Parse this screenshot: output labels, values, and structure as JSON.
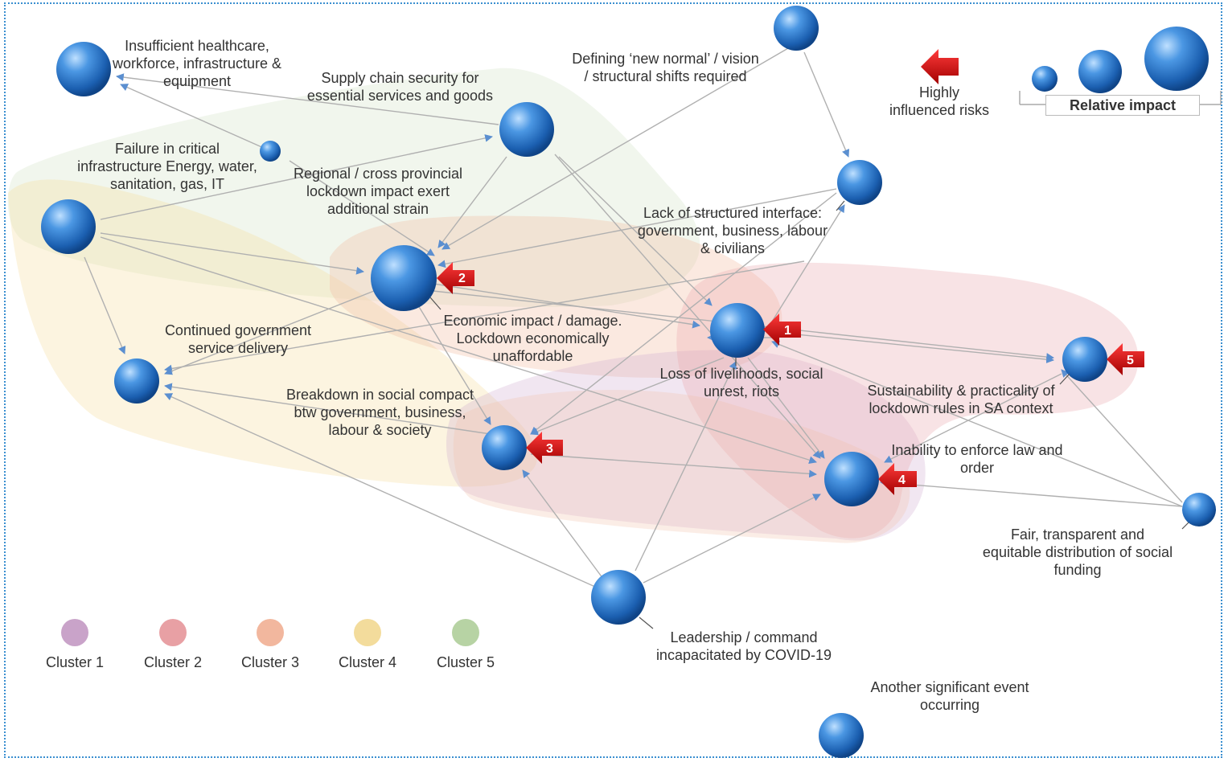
{
  "risks": [
    {
      "id": "insufficient-healthcare",
      "label": "Insufficient healthcare,\nworkforce, infrastructure &\nequipment"
    },
    {
      "id": "supply-chain",
      "label": "Supply chain security for\nessential services and goods"
    },
    {
      "id": "new-normal",
      "label": "Defining ‘new normal’ / vision\n/ structural shifts required"
    },
    {
      "id": "infrastructure-failure",
      "label": "Failure in critical\ninfrastructure Energy, water,\nsanitation, gas, IT"
    },
    {
      "id": "regional-lockdown",
      "label": "Regional / cross provincial\nlockdown impact exert\nadditional strain"
    },
    {
      "id": "structured-interface",
      "label": "Lack of structured interface:\ngovernment, business, labour\n& civilians"
    },
    {
      "id": "economic-impact",
      "label": "Economic impact / damage.\nLockdown economically\nunaffordable"
    },
    {
      "id": "government-service",
      "label": "Continued government\nservice delivery"
    },
    {
      "id": "livelihoods",
      "label": "Loss of livelihoods, social\nunrest, riots"
    },
    {
      "id": "sustainability",
      "label": "Sustainability & practicality of\nlockdown rules in SA context"
    },
    {
      "id": "social-compact",
      "label": "Breakdown in social compact\nbtw government, business,\nlabour & society"
    },
    {
      "id": "law-order",
      "label": "Inability to enforce law and\norder"
    },
    {
      "id": "social-funding",
      "label": "Fair, transparent and\nequitable distribution of social\nfunding"
    },
    {
      "id": "leadership",
      "label": "Leadership / command\nincapacitated by COVID-19"
    },
    {
      "id": "another-event",
      "label": "Another significant event\noccurring"
    }
  ],
  "highly_influenced": [
    "1",
    "2",
    "3",
    "4",
    "5"
  ],
  "highly_influenced_label": "Highly\ninfluenced risks",
  "relative_impact_label": "Relative impact",
  "clusters": [
    {
      "name": "Cluster 1",
      "color": "#c9a3c9"
    },
    {
      "name": "Cluster 2",
      "color": "#e8a0a4"
    },
    {
      "name": "Cluster 3",
      "color": "#f2b79e"
    },
    {
      "name": "Cluster 4",
      "color": "#f3dc9c"
    },
    {
      "name": "Cluster 5",
      "color": "#b7d3a4"
    }
  ],
  "colors": {
    "node": "#1f6fc2",
    "arrow": "#cc0000",
    "edge": "#aaaaaa",
    "edge_head": "#5b8fd0"
  }
}
